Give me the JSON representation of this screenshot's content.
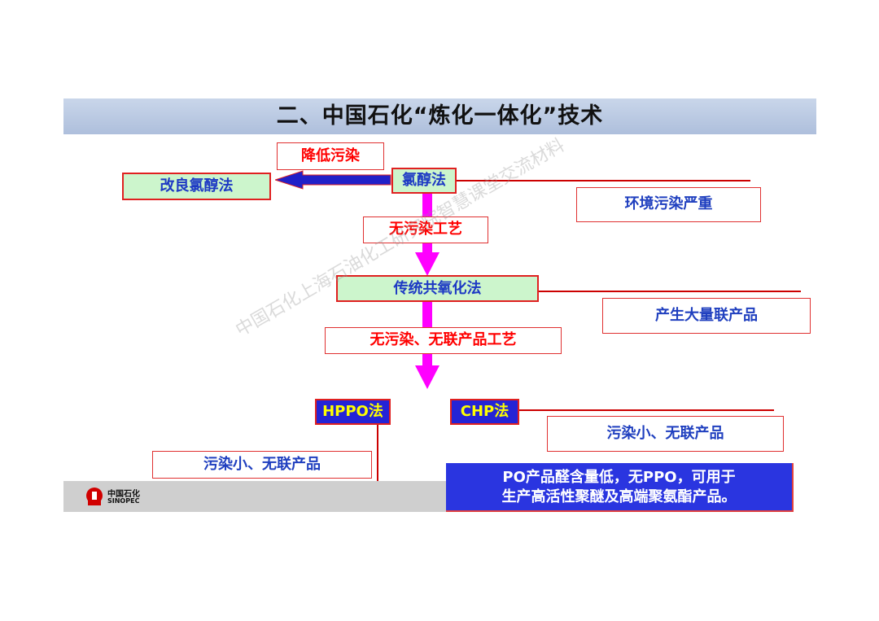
{
  "title": "二、中国石化“炼化一体化”技术",
  "nodes": {
    "improved_chlorohydrin": "改良氯醇法",
    "chlorohydrin": "氯醇法",
    "traditional_cooxidation": "传统共氧化法",
    "hppo": "HPPO法",
    "chp": "CHP法"
  },
  "labels": {
    "reduce_pollution": "降低污染",
    "env_pollution_serious": "环境污染严重",
    "no_pollution_process": "无污染工艺",
    "large_byproducts": "产生大量联产品",
    "no_pollution_no_byproduct_process": "无污染、无联产品工艺",
    "chp_note": "污染小、无联产品",
    "hppo_note": "污染小、无联产品"
  },
  "po_note": {
    "line1": "PO产品醛含量低，无PPO，可用于",
    "line2": "生产高活性聚醚及高端聚氨酯产品。"
  },
  "logo": {
    "cn": "中国石化",
    "en": "SINOPEC"
  },
  "watermark": "中国石化上海石油化工研究院智慧课堂交流材料",
  "colors": {
    "title_bar": "#aebfdc",
    "arrow": "#ff00ff",
    "highlight_red": "#ff0000",
    "node_blue": "#2424d6",
    "node_green": "#ccf5cc"
  }
}
